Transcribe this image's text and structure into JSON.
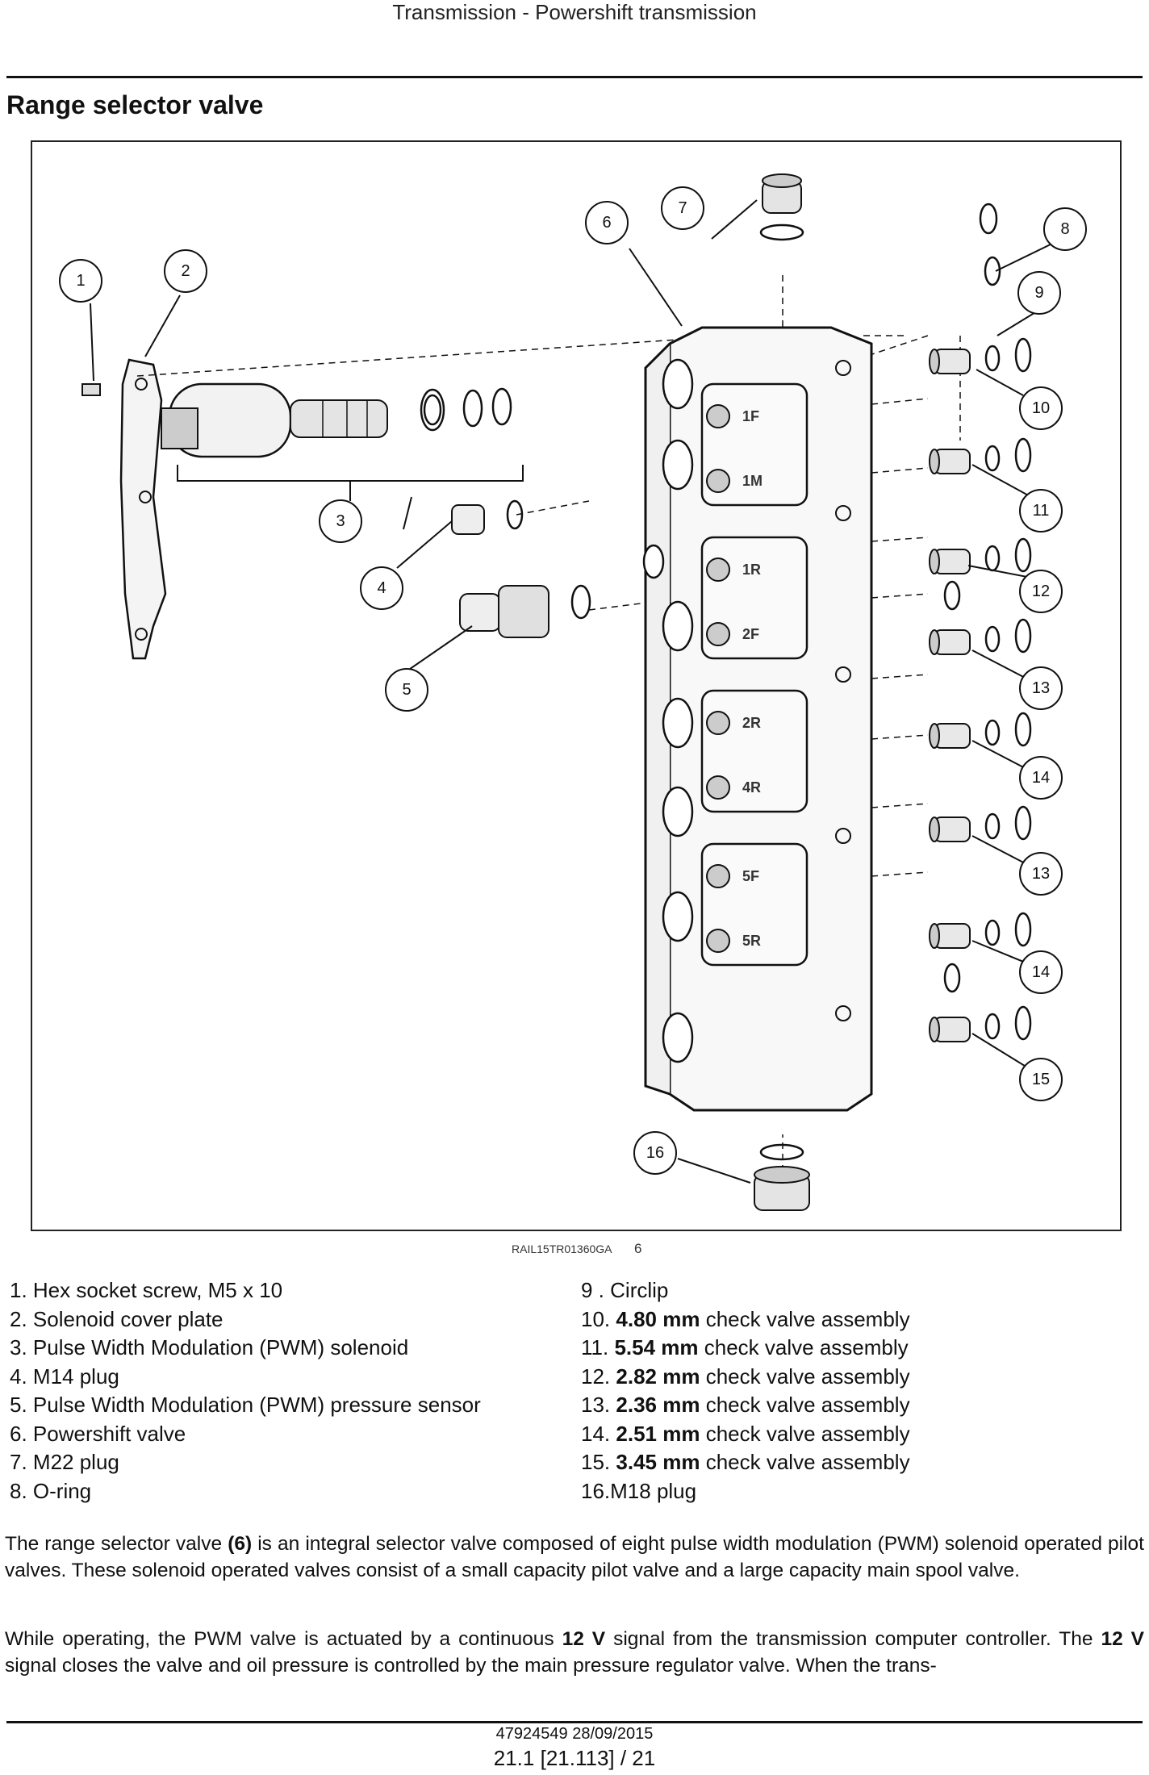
{
  "header": {
    "title": "Transmission - Powershift transmission"
  },
  "section": {
    "title": "Range selector valve"
  },
  "figure": {
    "code": "RAIL15TR01360GA",
    "number": "6",
    "callouts": [
      "1",
      "2",
      "3",
      "4",
      "5",
      "6",
      "7",
      "8",
      "9",
      "10",
      "11",
      "12",
      "13",
      "14",
      "13",
      "14",
      "15",
      "16"
    ],
    "block_labels": [
      "1F",
      "1M",
      "1R",
      "2F",
      "2R",
      "4R",
      "5F",
      "5R"
    ]
  },
  "legend": {
    "left": [
      "1. Hex socket screw, M5 x 10",
      "2. Solenoid cover plate",
      "3. Pulse Width Modulation (PWM) solenoid",
      "4. M14 plug",
      "5. Pulse Width Modulation (PWM) pressure sensor",
      "6. Powershift valve",
      "7. M22 plug",
      "8. O-ring"
    ],
    "right": [
      {
        "num": "9 .",
        "bold": "",
        "text": "Circlip"
      },
      {
        "num": "10.",
        "bold": "4.80 mm",
        "text": "check valve assembly"
      },
      {
        "num": "11.",
        "bold": "5.54 mm",
        "text": "check valve assembly"
      },
      {
        "num": "12.",
        "bold": "2.82 mm",
        "text": "check valve assembly"
      },
      {
        "num": "13.",
        "bold": "2.36 mm",
        "text": "check valve assembly"
      },
      {
        "num": "14.",
        "bold": "2.51 mm",
        "text": "check valve assembly"
      },
      {
        "num": "15.",
        "bold": "3.45 mm",
        "text": "check valve assembly"
      },
      {
        "num": "16.M18 plug",
        "bold": "",
        "text": ""
      }
    ]
  },
  "paragraphs": {
    "p1_a": "The range selector valve ",
    "p1_b": "(6)",
    "p1_c": " is an integral selector valve composed of eight pulse width modulation (PWM) solenoid operated pilot valves.  These solenoid operated valves consist of a small capacity pilot valve and a large capacity main spool valve.",
    "p2_a": "While operating, the PWM valve is actuated by a continuous ",
    "p2_b": "12 V",
    "p2_c": " signal from the transmission computer controller. The ",
    "p2_d": "12 V",
    "p2_e": " signal closes the valve and oil pressure is controlled by the main pressure regulator valve. When the trans-"
  },
  "footer": {
    "doc_id": "47924549 28/09/2015",
    "page_ref": "21.1 [21.113] / 21"
  }
}
